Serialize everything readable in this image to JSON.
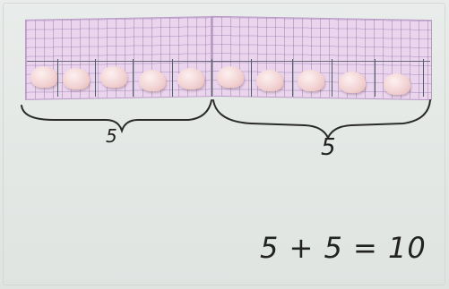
{
  "left_group_label": "5",
  "right_group_label": "5",
  "equation": "5 + 5 = 10",
  "colors": {
    "paper": "#e6eae7",
    "grid_strip": "#ead4ee",
    "beads": "#f3d4d4",
    "ink": "#222222"
  }
}
